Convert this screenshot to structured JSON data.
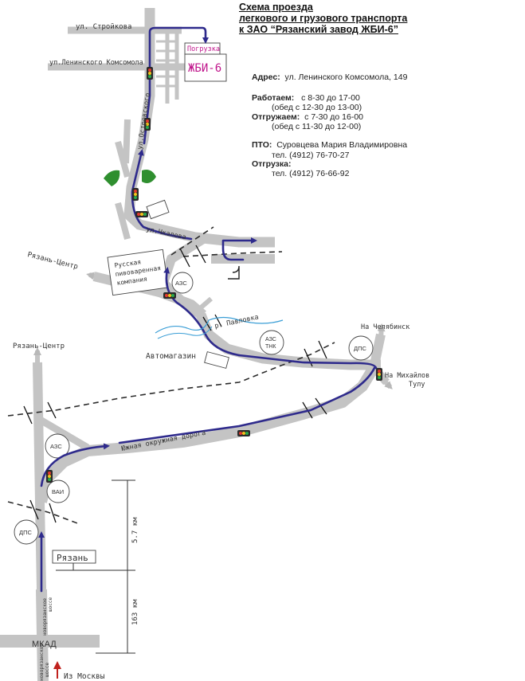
{
  "header": {
    "line1": "Схема проезда",
    "line2": "легкового и грузового транспорта",
    "line3": "к ЗАО “Рязанский завод ЖБИ-6”"
  },
  "info": {
    "address_label": "Адрес:",
    "address_value": "ул. Ленинского Комсомола, 149",
    "work_label": "Работаем:",
    "work_hours": "с 8-30 до 17-00",
    "work_lunch": "(обед с 12-30 до 13-00)",
    "ship_label": "Отгружаем:",
    "ship_hours": "с 7-30 до 16-00",
    "ship_lunch": "(обед с 11-30 до 12-00)",
    "pto_label": "ПТО:",
    "pto_name": "Суровцева Мария Владимировна",
    "pto_phone": "тел. (4912) 76-70-27",
    "shipping_label": "Отгрузка:",
    "shipping_phone": "тел. (4912) 76-66-92"
  },
  "map_labels": {
    "street_stroykova": "ул. Стройкова",
    "street_leninskogo": "ул.Ленинского Комсомола",
    "street_ostrovskogo": "ул.Островского",
    "street_chkalova": "ул.Чкалова",
    "loading": "Погрузка",
    "plant": "ЖБИ-6",
    "ryazan_center_top": "Рязань-Центр",
    "brewery_1": "Русская",
    "brewery_2": "пивоваренная",
    "brewery_3": "компания",
    "azs_top": "АЗС",
    "river": "р. Павловка",
    "azs_tnk_1": "АЗС",
    "azs_tnk_2": "ТНК",
    "automag": "Автомагазин",
    "to_chelyabinsk": "На Челябинск",
    "dps_right": "ДПС",
    "to_mikhaylov_1": "На Михайлов",
    "to_mikhaylov_2": "Тулу",
    "ryazan_center_left": "Рязань-Центр",
    "south_ring": "Южная окружная дорога",
    "azs_left": "АЗС",
    "vai": "ВАИ",
    "dps_left": "ДПС",
    "dist_upper": "5.7 км",
    "dist_lower": "163 км",
    "ryazan_sign": "Рязань",
    "mkad": "МКАД",
    "from_moscow": "Из Москвы",
    "novoryazanskoe_1": "новорязанское",
    "novoryazanskoe_2": "шоссе",
    "novoryazanskoe_3": "новорязанское",
    "novoryazanskoe_4": "шоссе"
  },
  "colors": {
    "road": "#c4c4c4",
    "route": "#2e2a8c",
    "plant_text": "#c0168c",
    "river": "#3a9ed6",
    "moscow_arrow": "#c0221e",
    "traffic_light": "#2a2a2a",
    "green_zone": "#2f8f2f"
  }
}
